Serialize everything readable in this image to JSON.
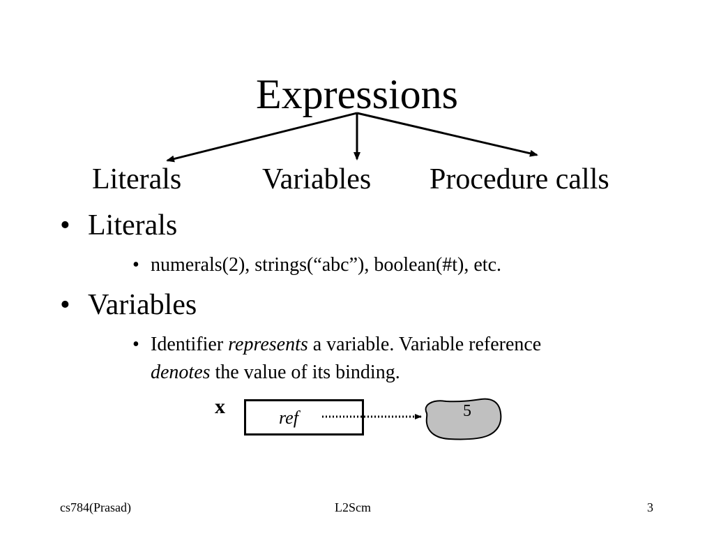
{
  "slide": {
    "title": "Expressions",
    "categories": [
      "Literals",
      "Variables",
      "Procedure calls"
    ],
    "sections": [
      {
        "heading": "Literals",
        "items": [
          {
            "parts": [
              {
                "text": "numerals(2),  strings(“abc”), boolean(#t),  etc.",
                "italic": false
              }
            ]
          }
        ]
      },
      {
        "heading": "Variables",
        "items": [
          {
            "parts": [
              {
                "text": "Identifier ",
                "italic": false
              },
              {
                "text": "represents",
                "italic": true
              },
              {
                "text": " a variable. Variable reference",
                "italic": false
              }
            ]
          },
          {
            "parts": [
              {
                "text": "denotes",
                "italic": true
              },
              {
                "text": " the value of its binding.",
                "italic": false
              }
            ]
          }
        ]
      }
    ],
    "bullet_char": "•",
    "diagram": {
      "variable_name": "x",
      "box_label": "ref",
      "value": "5",
      "blob_color": "#c0c0c0"
    }
  },
  "footer": {
    "left": "cs784(Prasad)",
    "center": "L2Scm",
    "right": "3"
  }
}
